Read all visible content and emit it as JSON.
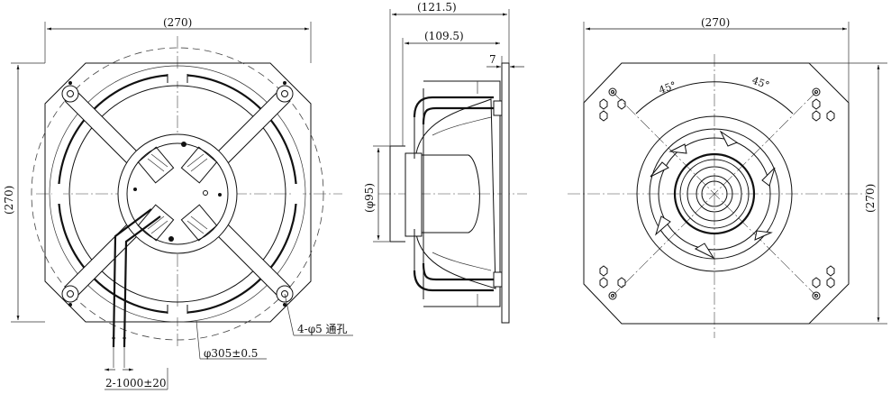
{
  "views": {
    "front": {
      "width_dim": "(270)",
      "height_dim": "(270)",
      "hole_note": "4-φ5 通孔",
      "dia_note": "φ305±0.5",
      "cable_note": "2-1000±20"
    },
    "side": {
      "depth_total": "(121.5)",
      "depth_body": "(109.5)",
      "flange": "7",
      "hub_dia": "(φ95)"
    },
    "back": {
      "width_dim": "(270)",
      "height_dim": "(270)",
      "angle_left": "45°",
      "angle_right": "45°"
    }
  }
}
